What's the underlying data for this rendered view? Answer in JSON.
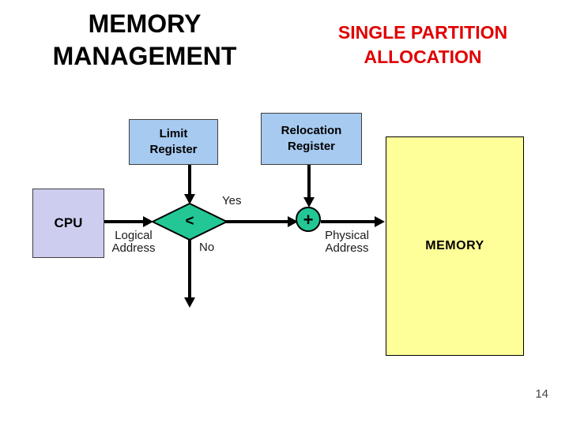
{
  "slide": {
    "title_left": "MEMORY\nMANAGEMENT",
    "title_right": "SINGLE PARTITION\nALLOCATION",
    "page_number": "14"
  },
  "diagram": {
    "boxes": {
      "limit_register": "Limit\nRegister",
      "relocation_register": "Relocation\nRegister",
      "cpu": "CPU",
      "memory": "MEMORY"
    },
    "shapes": {
      "comparator": "<",
      "adder": "+"
    },
    "labels": {
      "yes": "Yes",
      "no": "No",
      "logical_address": "Logical\nAddress",
      "physical_address": "Physical\nAddress"
    }
  },
  "colors": {
    "title_red": "#E00000",
    "register_box_fill": "#A6CAF0",
    "cpu_box_fill": "#CDCDF0",
    "decision_shape_fill": "#22C795",
    "memory_box_fill": "#FFFF99",
    "connector": "#000000"
  }
}
